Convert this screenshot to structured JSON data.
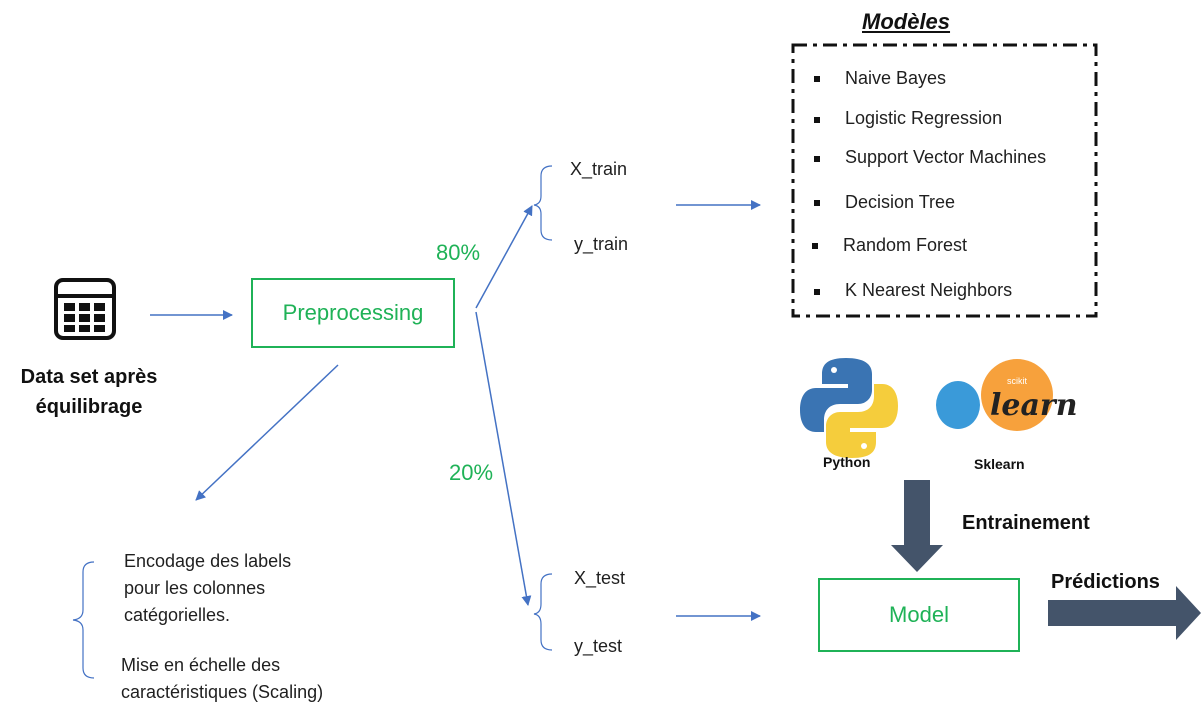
{
  "dataset": {
    "label_line1": "Data set après",
    "label_line2": "équilibrage",
    "icon": "table-grid-icon"
  },
  "preprocessing": {
    "label": "Preprocessing"
  },
  "split": {
    "train_pct": "80%",
    "test_pct": "20%"
  },
  "train": {
    "x": "X_train",
    "y": "y_train"
  },
  "test": {
    "x": "X_test",
    "y": "y_test"
  },
  "preprocessing_steps": {
    "step1_line1": "Encodage des labels",
    "step1_line2": "pour les colonnes",
    "step1_line3": "catégorielles.",
    "step2_line1": "Mise en échelle des",
    "step2_line2": "caractéristiques (Scaling)"
  },
  "models": {
    "title": "Modèles",
    "items": [
      "Naive Bayes",
      "Logistic Regression",
      "Support Vector Machines",
      "Decision Tree",
      "Random Forest",
      "K Nearest Neighbors"
    ]
  },
  "tools": {
    "python_label": "Python",
    "sklearn_label": "Sklearn",
    "sklearn_logo_small": "scikit",
    "sklearn_logo_big": "learn"
  },
  "training": {
    "label": "Entrainement"
  },
  "model": {
    "label": "Model"
  },
  "predictions": {
    "label": "Prédictions"
  },
  "colors": {
    "accent_green": "#1fb257",
    "arrow_blue": "#4472c4",
    "dark_arrow": "#44546a"
  }
}
